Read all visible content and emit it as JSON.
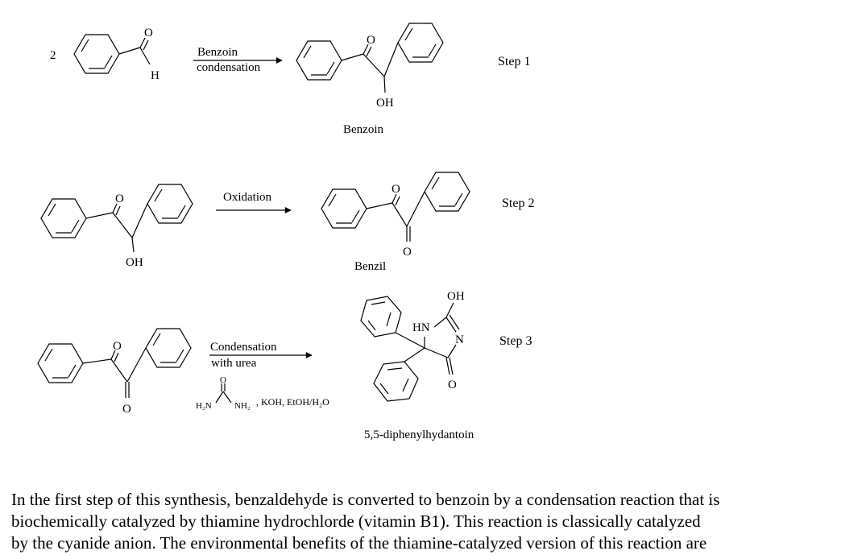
{
  "step1": {
    "coefficient": "2",
    "label": "Step 1",
    "reagent_line1": "Benzoin",
    "reagent_line2": "condensation",
    "atoms": {
      "oxygen": "O",
      "hydrogen": "H",
      "hydroxyl": "OH"
    },
    "product_name": "Benzoin"
  },
  "step2": {
    "label": "Step 2",
    "reagent": "Oxidation",
    "atoms": {
      "hydroxyl": "OH",
      "oxygen": "O"
    },
    "product_name": "Benzil"
  },
  "step3": {
    "label": "Step 3",
    "reagent_line1": "Condensation",
    "reagent_line2": "with urea",
    "urea_oxygen": "O",
    "urea_left": "H₂N",
    "urea_right": "NH₂",
    "conditions": ", KOH, EtOH/H₂O",
    "atoms": {
      "oxygen": "O",
      "hydroxyl": "OH",
      "amine": "HN",
      "nitrogen": "N"
    },
    "product_name": "5,5-diphenylhydantoin"
  },
  "paragraph": "In the first step of this synthesis, benzaldehyde is converted to benzoin by a condensation reaction that is\nbiochemically catalyzed by thiamine hydrochlorde (vitamin B1).  This reaction is classically catalyzed\nby the cyanide anion.   The environmental benefits of the thiamine-catalyzed version of this reaction are"
}
